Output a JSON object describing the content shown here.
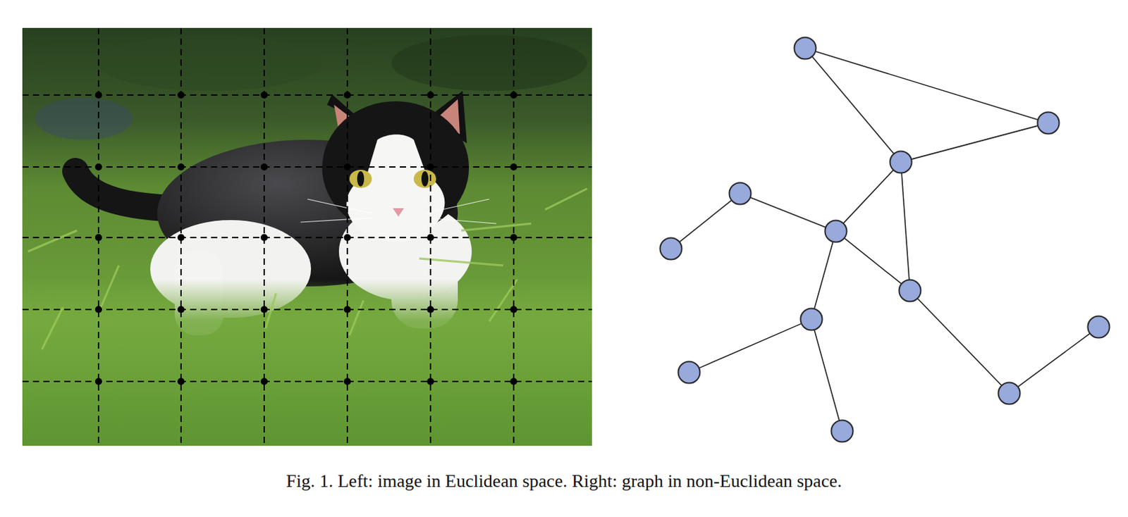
{
  "diagram": {
    "caption": "Fig. 1. Left: image in Euclidean space. Right: graph in non-Euclidean space.",
    "nodes": [
      {
        "text": []
      },
      {
        "text": []
      },
      {
        "text": []
      },
      {
        "text": []
      },
      {
        "text": []
      },
      {
        "text": []
      },
      {
        "text": []
      },
      {
        "text": []
      },
      {
        "text": []
      },
      {
        "text": []
      },
      {
        "text": []
      },
      {
        "text": []
      }
    ],
    "edges": [
      {
        "from": 0,
        "to": 1,
        "arrow": "none"
      },
      {
        "from": 0,
        "to": 2,
        "arrow": "none"
      },
      {
        "from": 2,
        "to": 1,
        "arrow": "none"
      },
      {
        "from": 2,
        "to": 5,
        "arrow": "none"
      },
      {
        "from": 2,
        "to": 6,
        "arrow": "none"
      },
      {
        "from": 3,
        "to": 5,
        "arrow": "none"
      },
      {
        "from": 3,
        "to": 4,
        "arrow": "none"
      },
      {
        "from": 5,
        "to": 6,
        "arrow": "none"
      },
      {
        "from": 5,
        "to": 7,
        "arrow": "none"
      },
      {
        "from": 7,
        "to": 8,
        "arrow": "none"
      },
      {
        "from": 7,
        "to": 11,
        "arrow": "none"
      },
      {
        "from": 6,
        "to": 10,
        "arrow": "none"
      },
      {
        "from": 10,
        "to": 9,
        "arrow": "none"
      }
    ]
  }
}
